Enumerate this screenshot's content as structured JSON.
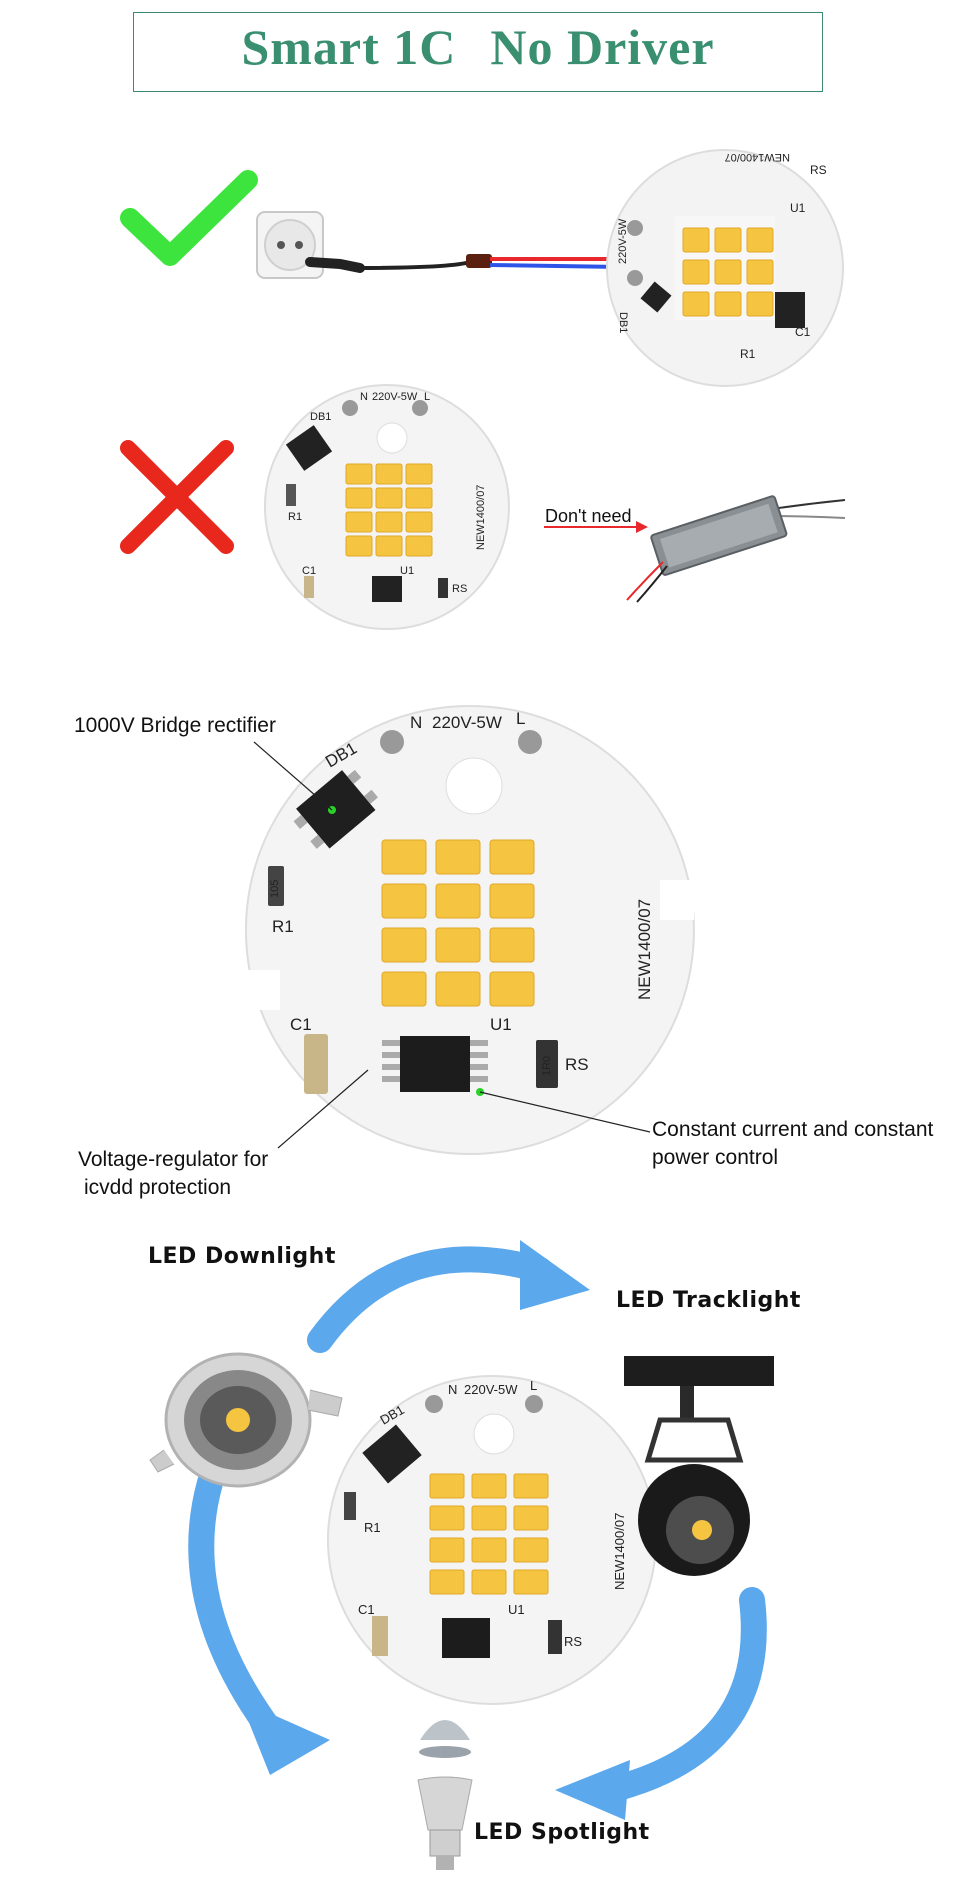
{
  "title": "Smart 1C No Driver",
  "title_parts": [
    "Smart 1C",
    "No Driver"
  ],
  "section2": {
    "dont_need": "Don't need"
  },
  "board": {
    "model": "NEW1400/07",
    "rating": "220V-5W",
    "n": "N",
    "l": "L",
    "db1": "DB1",
    "r1": "R1",
    "c1": "C1",
    "u1": "U1",
    "rs": "RS",
    "r1_code": "105",
    "rs_code": "1R0"
  },
  "callouts": {
    "bridge": "1000V Bridge rectifier",
    "regulator_line1": "Voltage-regulator for",
    "regulator_line2": "icvdd protection",
    "control_line1": "Constant current and constant",
    "control_line2": "power control"
  },
  "applications": {
    "downlight": "LED Downlight",
    "tracklight": "LED Tracklight",
    "spotlight": "LED Spotlight"
  },
  "colors": {
    "title": "#3a8f70",
    "check": "#3ee43e",
    "cross": "#e8281c",
    "arrow": "#5ba8ec",
    "led": "#f5c440",
    "wire_red": "#e8282c",
    "wire_blue": "#2f55e8"
  }
}
